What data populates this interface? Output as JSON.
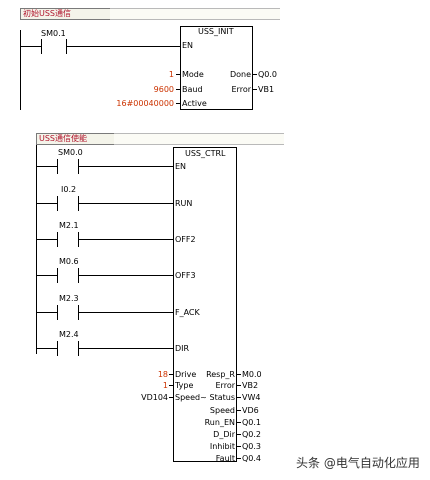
{
  "network1": {
    "title": "初始USS通信",
    "contact": "SM0.1",
    "block": {
      "name": "USS_INIT",
      "en": "EN",
      "inputs": [
        {
          "pin": "Mode",
          "value": "1"
        },
        {
          "pin": "Baud",
          "value": "9600"
        },
        {
          "pin": "Active",
          "value": "16#00040000"
        }
      ],
      "outputs": [
        {
          "pin": "Done",
          "value": "Q0.0"
        },
        {
          "pin": "Error",
          "value": "VB1"
        }
      ]
    }
  },
  "network2": {
    "title": "USS通信使能",
    "block": {
      "name": "USS_CTRL",
      "bool_inputs": [
        {
          "contact": "SM0.0",
          "pin": "EN"
        },
        {
          "contact": "I0.2",
          "pin": "RUN"
        },
        {
          "contact": "M2.1",
          "pin": "OFF2"
        },
        {
          "contact": "M0.6",
          "pin": "OFF3"
        },
        {
          "contact": "M2.3",
          "pin": "F_ACK"
        },
        {
          "contact": "M2.4",
          "pin": "DIR"
        }
      ],
      "inputs": [
        {
          "pin": "Drive",
          "value": "18"
        },
        {
          "pin": "Type",
          "value": "1"
        },
        {
          "pin": "Speed~",
          "value": "VD104"
        }
      ],
      "outputs": [
        {
          "pin": "Resp_R",
          "value": "M0.0"
        },
        {
          "pin": "Error",
          "value": "VB2"
        },
        {
          "pin": "Status",
          "value": "VW4"
        },
        {
          "pin": "Speed",
          "value": "VD6"
        },
        {
          "pin": "Run_EN",
          "value": "Q0.1"
        },
        {
          "pin": "D_Dir",
          "value": "Q0.2"
        },
        {
          "pin": "Inhibit",
          "value": "Q0.3"
        },
        {
          "pin": "Fault",
          "value": "Q0.4"
        }
      ]
    }
  },
  "watermark": "头条 @电气自动化应用",
  "colors": {
    "title_red": "#b0142c",
    "value_orange": "#cc3300",
    "title_bg": "#f4f4ea"
  }
}
